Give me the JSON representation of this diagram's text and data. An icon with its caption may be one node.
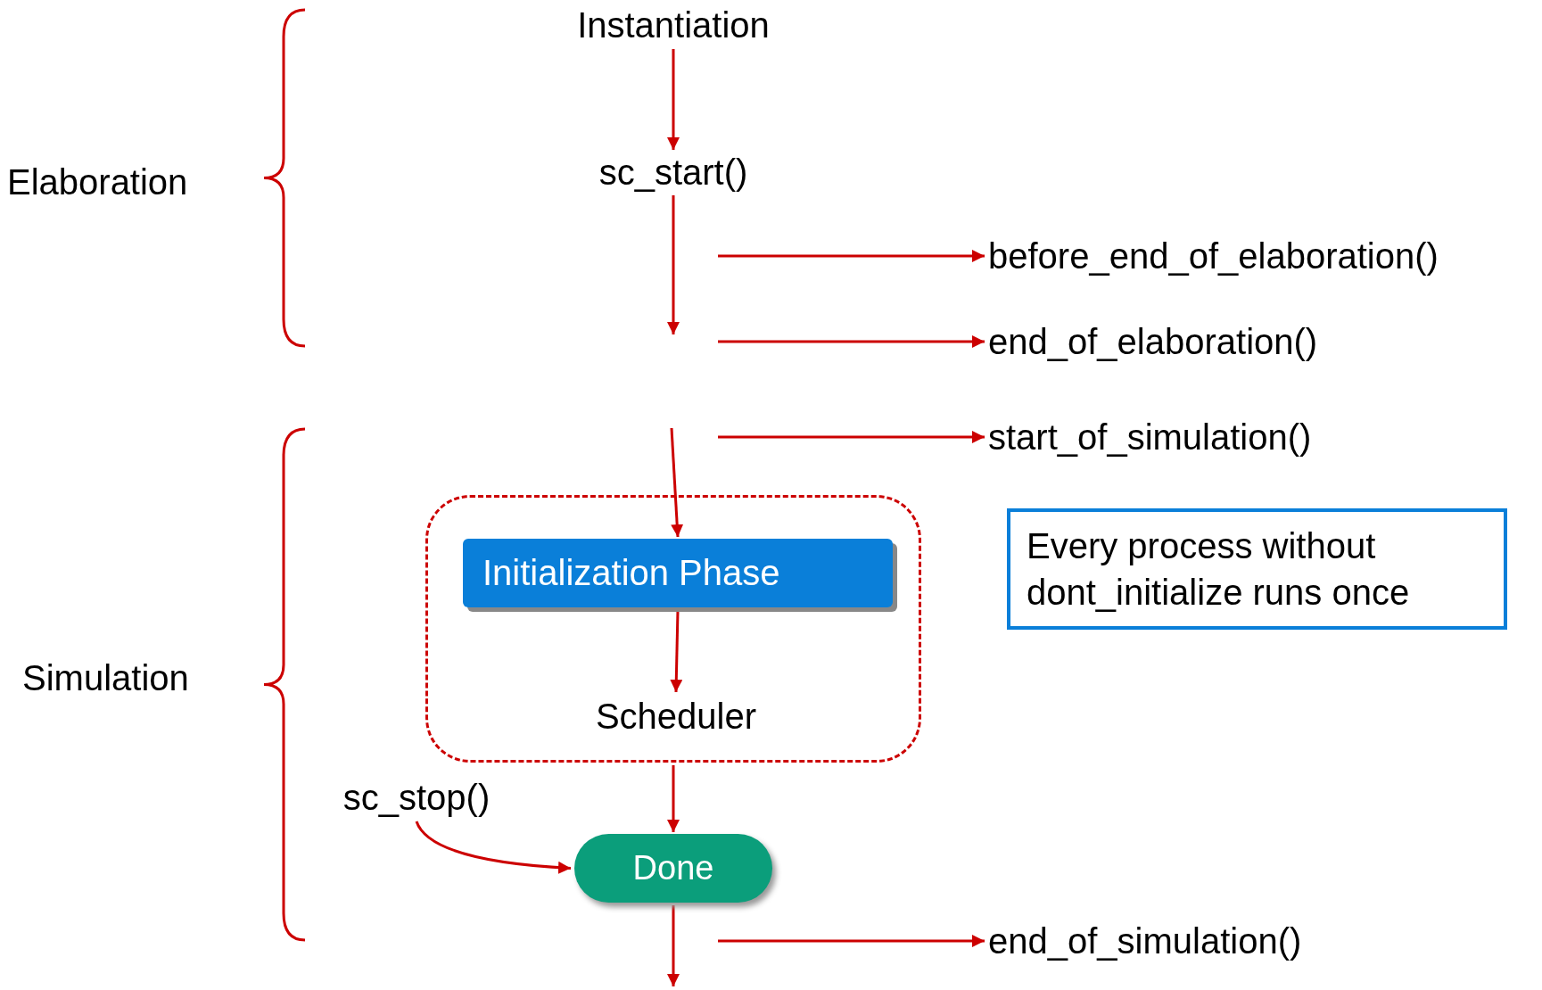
{
  "diagram": {
    "nodes": [
      {
        "text": [
          "Instantiation"
        ]
      },
      {
        "text": [
          "sc_start()"
        ]
      },
      {
        "text": [
          "before_end_of_elaboration()"
        ]
      },
      {
        "text": [
          "end_of_elaboration()"
        ]
      },
      {
        "text": [
          "start_of_simulation()"
        ]
      },
      {
        "text": [],
        "shape": "box"
      },
      {
        "text": [
          "Initialization Phase"
        ],
        "in": 5
      },
      {
        "text": [
          "Scheduler"
        ],
        "in": 5
      },
      {
        "text": [
          "Every process without dont_initialize runs once"
        ]
      },
      {
        "text": [
          "sc_stop()"
        ]
      },
      {
        "text": [
          "Done"
        ]
      },
      {
        "text": [
          "end_of_simulation()"
        ]
      }
    ],
    "edges": [
      {
        "from": 0,
        "to": 1,
        "arrow": "to"
      },
      {
        "from": 1,
        "to": null,
        "arrow": "to"
      },
      {
        "from": null,
        "to": 2,
        "arrow": "to"
      },
      {
        "from": null,
        "to": 3,
        "arrow": "to"
      },
      {
        "from": null,
        "to": 4,
        "arrow": "to"
      },
      {
        "from": null,
        "to": 6,
        "arrow": "to"
      },
      {
        "from": 6,
        "to": 7,
        "arrow": "to"
      },
      {
        "from": 5,
        "to": 10,
        "arrow": "to"
      },
      {
        "from": 9,
        "to": 10,
        "arrow": "to"
      },
      {
        "from": null,
        "to": 11,
        "arrow": "to"
      },
      {
        "from": 10,
        "to": null,
        "arrow": "to"
      }
    ],
    "labels": [
      "Elaboration",
      "Simulation"
    ]
  }
}
